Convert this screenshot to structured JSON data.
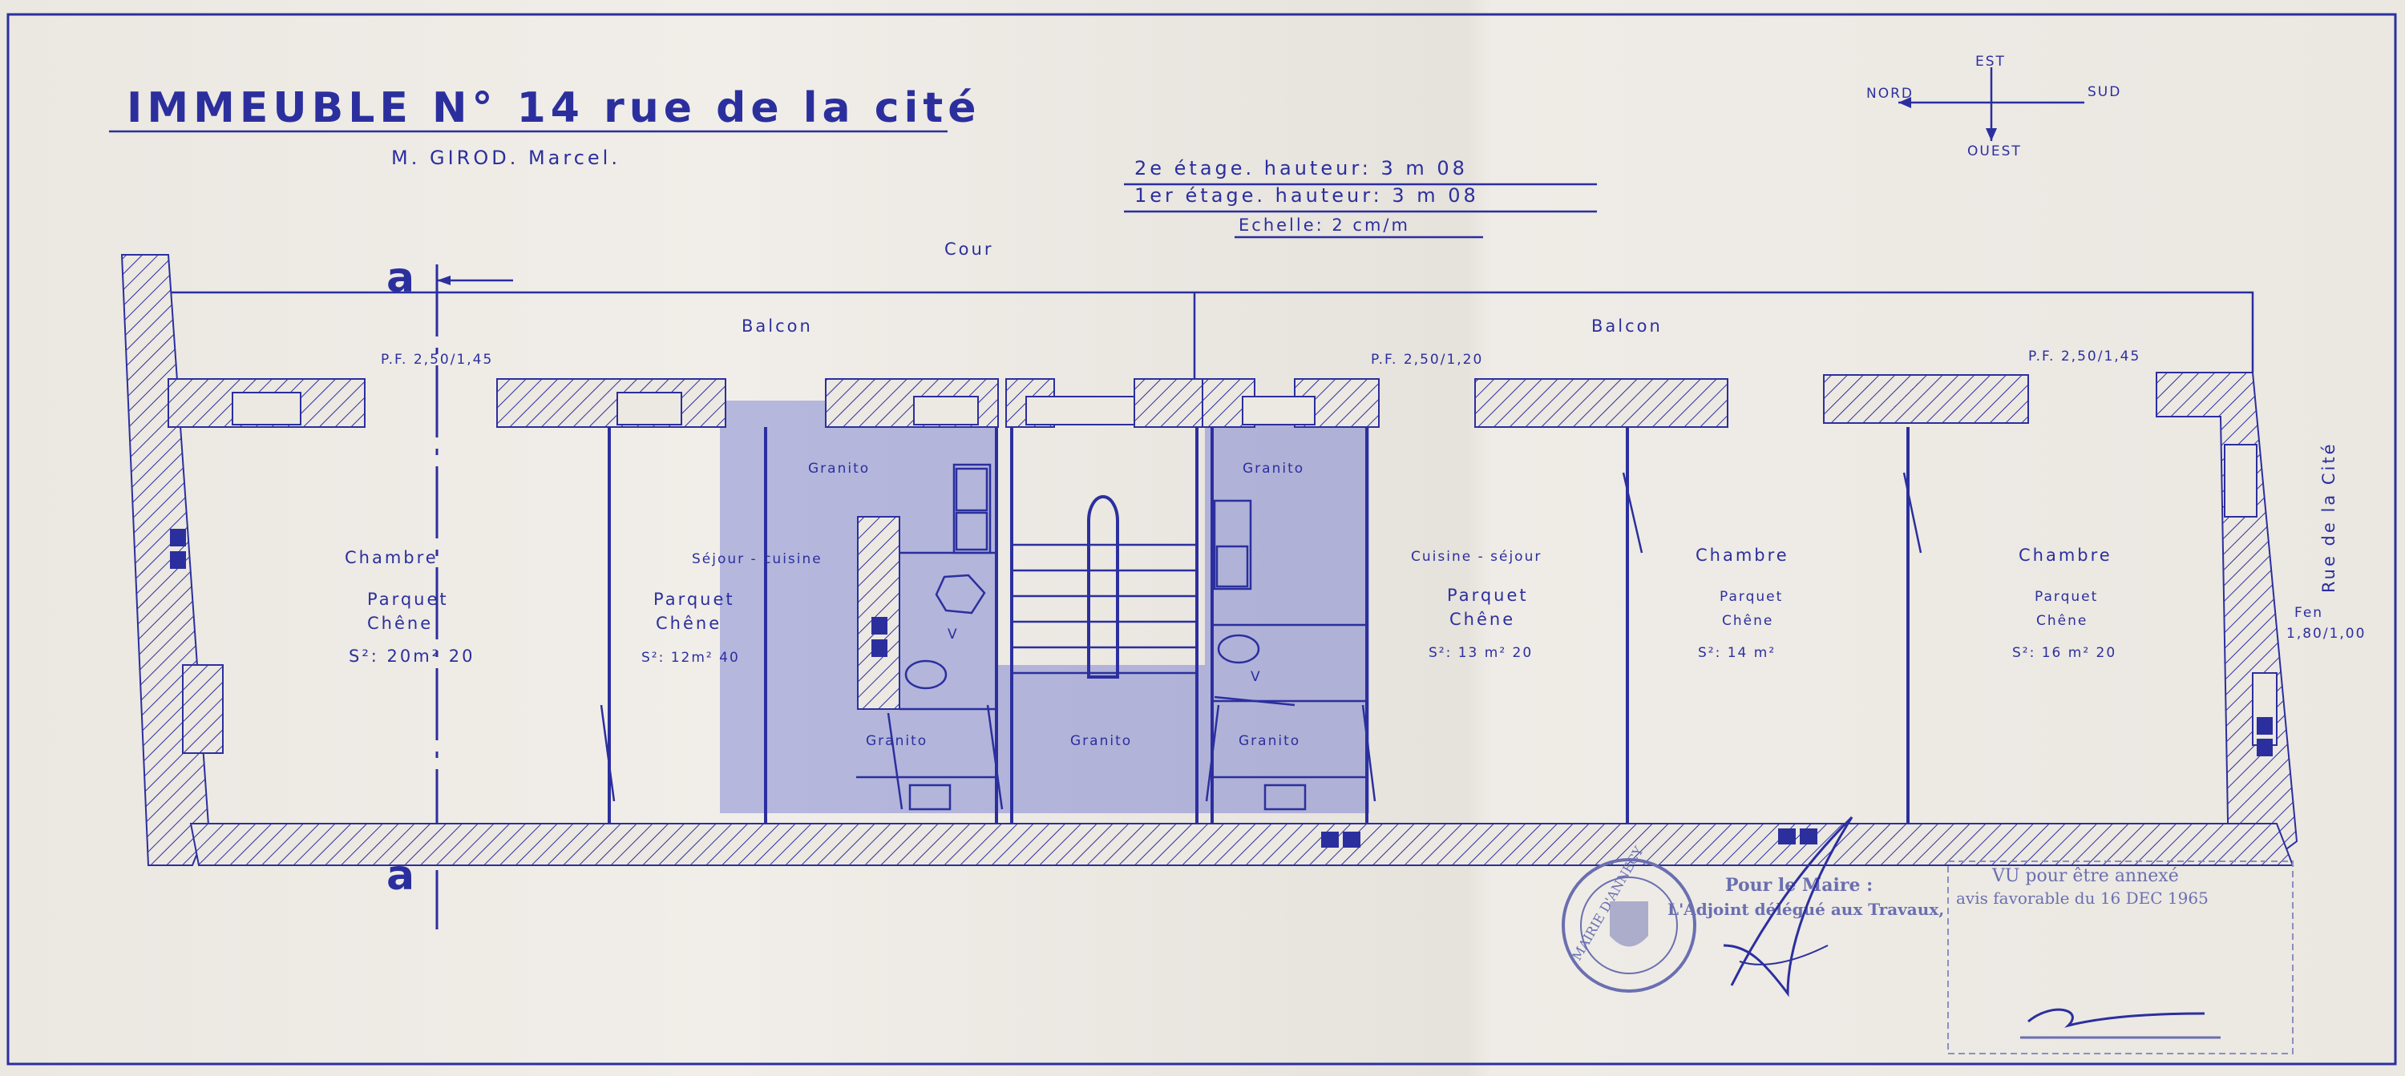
{
  "title": "IMMEUBLE  N° 14  rue de la cité",
  "owner": "M. GIROD. Marcel.",
  "heights": {
    "floor2": "2e étage. hauteur: 3 m 08",
    "floor1": "1er étage. hauteur: 3 m 08",
    "scale": "Echelle: 2 cm/m"
  },
  "compass": {
    "north": "NORD",
    "south": "SUD",
    "east": "EST",
    "west": "OUEST"
  },
  "cour": "Cour",
  "street": "Rue de la Cité",
  "section_mark": "a",
  "balconies": [
    {
      "label": "Balcon"
    },
    {
      "label": "Balcon"
    }
  ],
  "openings": {
    "pf_left": "P.F. 2,50/1,45",
    "pf_mid": "P.F. 2,50/1,20",
    "pf_right": "P.F. 2,50/1,45",
    "fen_label": "Fen",
    "fen_size": "1,80/1,00"
  },
  "rooms": [
    {
      "name": "Chambre",
      "floor": "Parquet",
      "wood": "Chêne",
      "area": "S²: 20m² 20"
    },
    {
      "name": "Séjour - cuisine",
      "floor": "Parquet",
      "wood": "Chêne",
      "area": "S²: 12m² 40"
    },
    {
      "name": "Cuisine - séjour",
      "floor": "Parquet",
      "wood": "Chêne",
      "area": "S²: 13 m² 20"
    },
    {
      "name": "Chambre",
      "floor": "Parquet",
      "wood": "Chêne",
      "area": "S²: 14 m²"
    },
    {
      "name": "Chambre",
      "floor": "Parquet",
      "wood": "Chêne",
      "area": "S²: 16 m² 20"
    }
  ],
  "granite": "Granito",
  "wc_mark": "V",
  "stamps": {
    "mayor_line1": "Pour le Maire :",
    "mayor_line2": "L'Adjoint délégué aux Travaux,",
    "seal_text": "MAIRIE D'ANNECY",
    "approval_line1": "VU pour être annexé",
    "approval_line2": "avis favorable du 16 DEC 1965",
    "approval_date": "16 DEC 1965"
  },
  "colors": {
    "ink": "#2b2f9e",
    "paper": "#ece8e2",
    "stamp": "#6a6fb0"
  }
}
